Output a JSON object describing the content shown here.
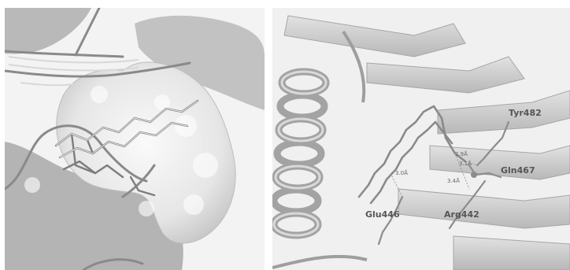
{
  "figure": {
    "left_panel": {},
    "right_panel": {
      "residues": [
        {
          "key": "tyr",
          "label": "Tyr482"
        },
        {
          "key": "gln",
          "label": "Gln467"
        },
        {
          "key": "arg",
          "label": "Arg442"
        },
        {
          "key": "glu",
          "label": "Glu446"
        }
      ],
      "distances": [
        "2.9Å",
        "3.1Å",
        "3.4Å",
        "3.0Å"
      ]
    }
  }
}
